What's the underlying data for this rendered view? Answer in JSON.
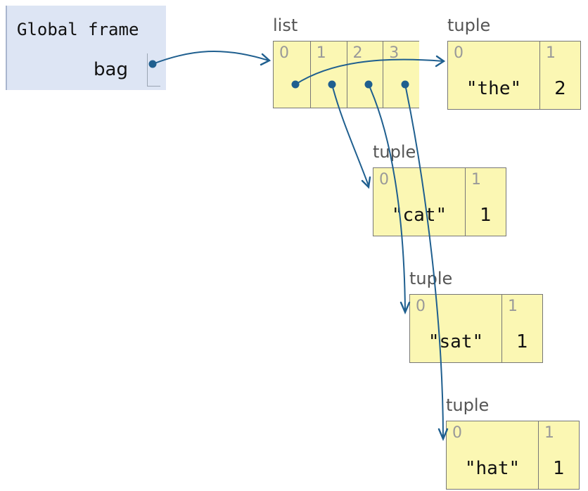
{
  "frame": {
    "title": "Global frame",
    "variables": [
      {
        "name": "bag",
        "points_to": "list"
      }
    ]
  },
  "list": {
    "label": "list",
    "indices": [
      "0",
      "1",
      "2",
      "3"
    ],
    "targets": [
      "tuple0",
      "tuple1",
      "tuple2",
      "tuple3"
    ]
  },
  "tuples": [
    {
      "label": "tuple",
      "indices": [
        "0",
        "1"
      ],
      "string": "\"the\"",
      "count": "2"
    },
    {
      "label": "tuple",
      "indices": [
        "0",
        "1"
      ],
      "string": "\"cat\"",
      "count": "1"
    },
    {
      "label": "tuple",
      "indices": [
        "0",
        "1"
      ],
      "string": "\"sat\"",
      "count": "1"
    },
    {
      "label": "tuple",
      "indices": [
        "0",
        "1"
      ],
      "string": "\"hat\"",
      "count": "1"
    }
  ],
  "colors": {
    "arrow": "#1f5f8f",
    "frame_bg": "#dde5f4",
    "object_bg": "#fbf7b3",
    "index_text": "#999999"
  }
}
